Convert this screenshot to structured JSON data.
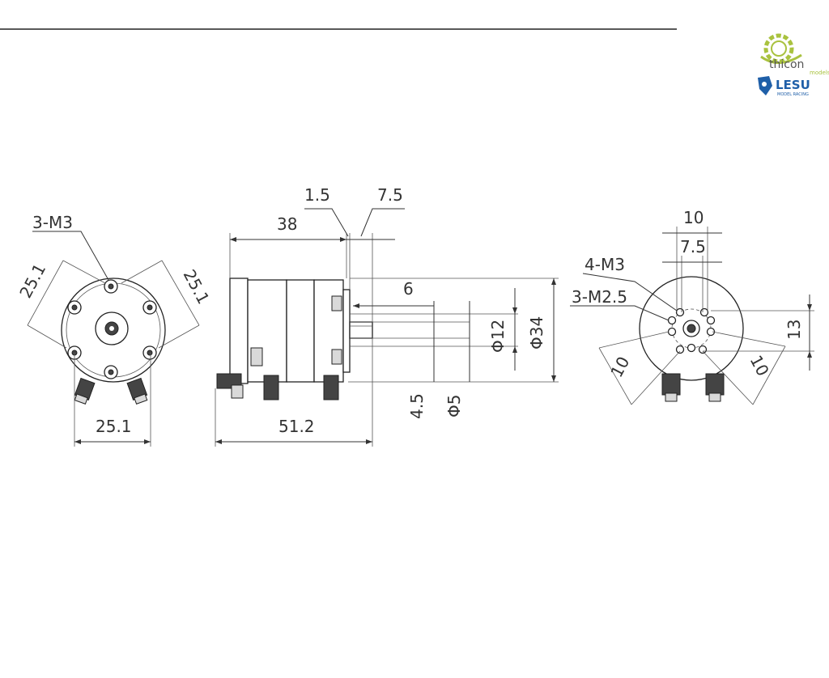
{
  "logos": {
    "thicon_name": "thicon",
    "thicon_sub": "models",
    "lesu_name": "LESU",
    "lesu_sub": "MODEL RACING",
    "colors": {
      "thicon_green": "#a9c23f",
      "thicon_gray": "#555555",
      "lesu_blue": "#1f5fa8"
    }
  },
  "front_view": {
    "label_thread": "3-M3",
    "dim_left_diag": "25.1",
    "dim_right_diag": "25.1",
    "dim_width": "25.1"
  },
  "side_view": {
    "dim_shoulder": "1.5",
    "dim_shaft_len": "7.5",
    "dim_body_len": "38",
    "dim_total_len": "51.2",
    "dim_flat": "6",
    "dim_shaft_d": "Φ12",
    "dim_body_d": "Φ34",
    "dim_offset": "4.5",
    "dim_bore": "Φ5"
  },
  "rear_view": {
    "dim_top_outer": "10",
    "dim_top_inner": "7.5",
    "label_thread_a": "4-M3",
    "label_thread_b": "3-M2.5",
    "dim_height": "13",
    "dim_diag_left": "10",
    "dim_diag_right": "10"
  }
}
